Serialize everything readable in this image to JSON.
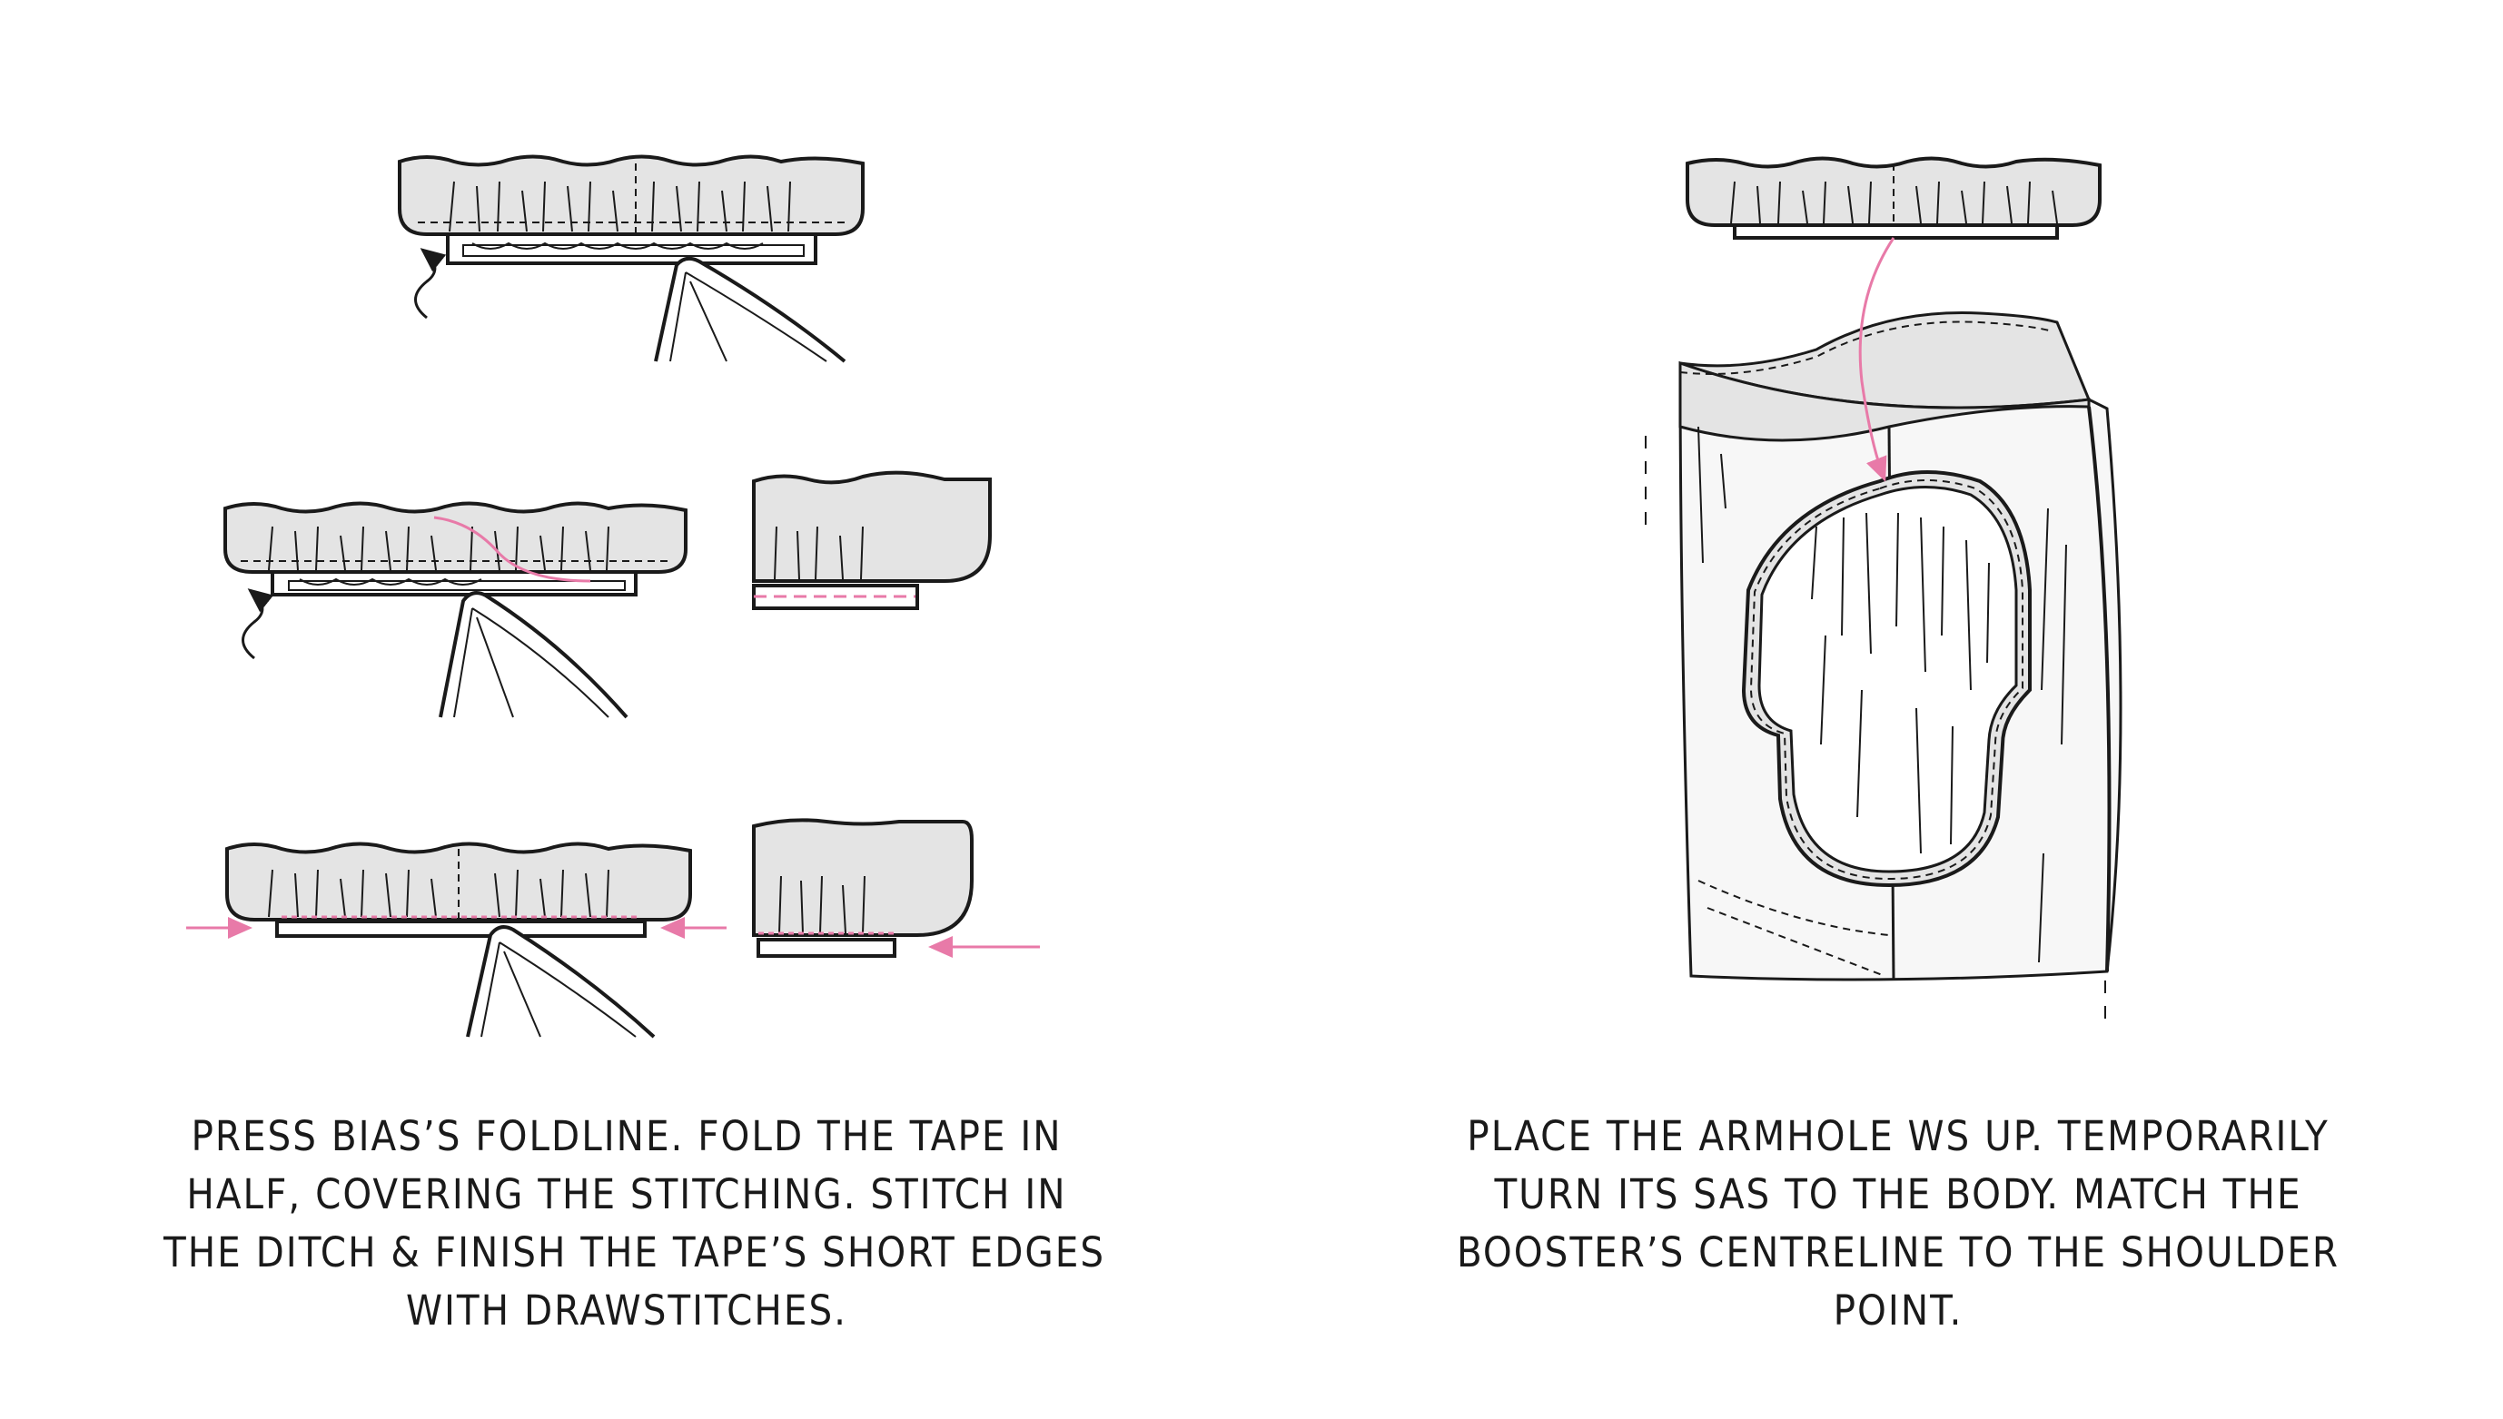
{
  "colors": {
    "line": "#1a1a1a",
    "fabric": "#e4e4e4",
    "accent": "#e87aa8",
    "background": "#ffffff"
  },
  "captions": {
    "left": {
      "lines": [
        "PRESS BIAS’S FOLDLINE. FOLD THE TAPE IN",
        "HALF, COVERING THE STITCHING. STITCH IN",
        "THE DITCH & FINISH THE TAPE’S SHORT EDGES",
        "WITH DRAWSTITCHES."
      ]
    },
    "right": {
      "lines": [
        "PLACE THE ARMHOLE WS UP. TEMPORARILY",
        "TURN ITS SAS TO THE BODY. MATCH THE",
        "BOOSTER’S CENTRELINE TO THE SHOULDER",
        "POINT."
      ]
    }
  }
}
